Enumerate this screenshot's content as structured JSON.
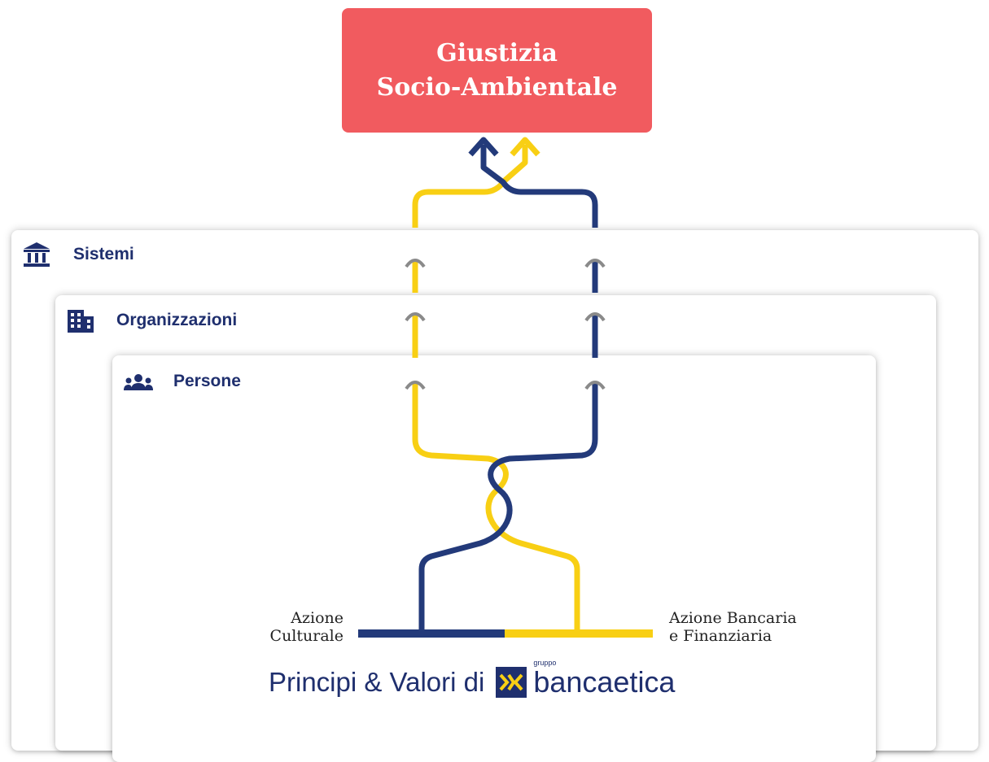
{
  "goal": {
    "line1": "Giustizia",
    "line2": "Socio-Ambientale"
  },
  "levels": [
    {
      "label": "Sistemi",
      "icon": "bank-icon"
    },
    {
      "label": "Organizzazioni",
      "icon": "building-icon"
    },
    {
      "label": "Persone",
      "icon": "people-icon"
    }
  ],
  "actions": {
    "left": {
      "line1": "Azione",
      "line2": "Culturale",
      "color": "#233a7a"
    },
    "right": {
      "line1": "Azione Bancaria",
      "line2": "e Finanziaria",
      "color": "#f8cf14"
    }
  },
  "footer": {
    "text": "Principi & Valori di",
    "brand": "bancaetica",
    "brand_small": "gruppo"
  },
  "colors": {
    "goal": "#f15b5f",
    "blue": "#233a7a",
    "yellow": "#f8cf14",
    "label": "#1f2f6e"
  }
}
